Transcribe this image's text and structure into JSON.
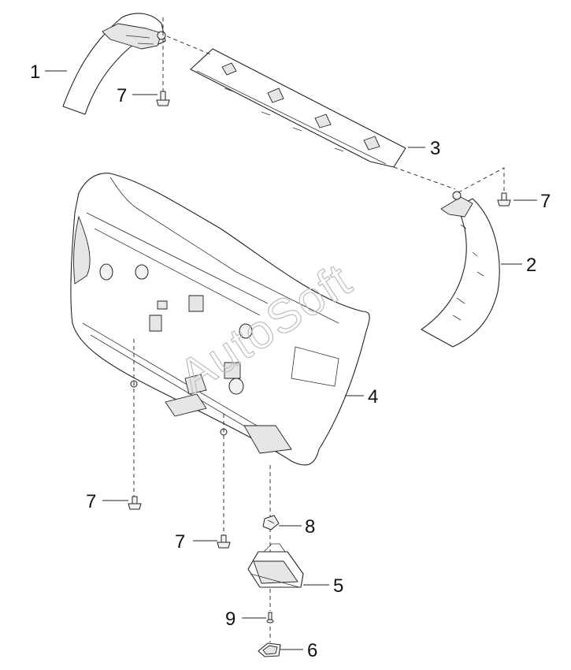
{
  "watermark": "AutoSoft",
  "callouts": [
    "1",
    "2",
    "3",
    "4",
    "5",
    "6",
    "7",
    "8",
    "9"
  ],
  "parts": [
    {
      "id": "1"
    },
    {
      "id": "2"
    },
    {
      "id": "3"
    },
    {
      "id": "4"
    },
    {
      "id": "5"
    },
    {
      "id": "6"
    },
    {
      "id": "7"
    },
    {
      "id": "8"
    },
    {
      "id": "9"
    }
  ]
}
